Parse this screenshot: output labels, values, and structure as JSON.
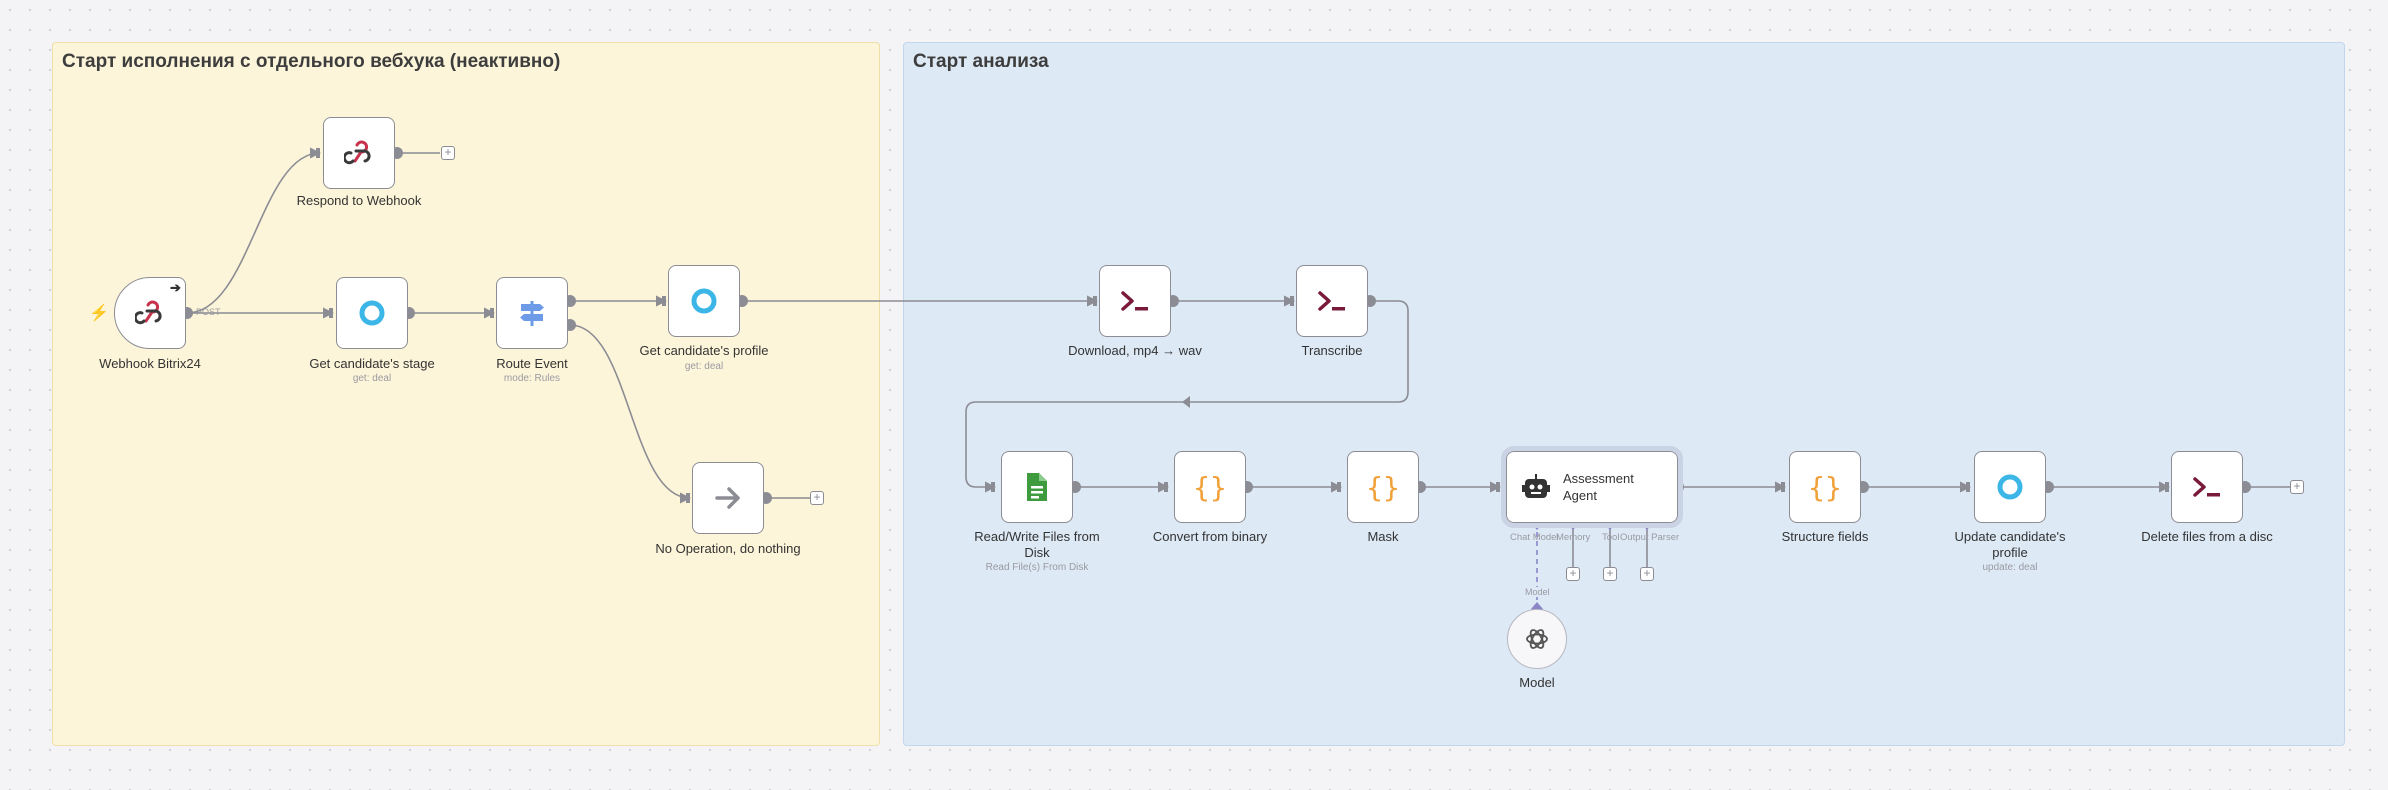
{
  "stickies": {
    "left_title": "Старт исполнения с отдельного вебхука (неактивно)",
    "right_title": "Старт анализа"
  },
  "nodes": {
    "webhook": {
      "label": "Webhook Bitrix24",
      "icon": "webhook-icon"
    },
    "respond": {
      "label": "Respond to Webhook",
      "icon": "webhook-icon"
    },
    "get_stage": {
      "label": "Get candidate's stage",
      "sub": "get: deal",
      "icon": "bitrix-circle-icon"
    },
    "route": {
      "label": "Route Event",
      "sub": "mode: Rules",
      "icon": "signpost-icon"
    },
    "get_profile": {
      "label": "Get candidate's profile",
      "sub": "get: deal",
      "icon": "bitrix-circle-icon"
    },
    "noop": {
      "label": "No Operation, do nothing",
      "icon": "arrow-right-icon"
    },
    "download": {
      "label": "Download, mp4 → wav",
      "icon": "terminal-icon"
    },
    "transcribe": {
      "label": "Transcribe",
      "icon": "terminal-icon"
    },
    "readwrite": {
      "label": "Read/Write Files from Disk",
      "sub": "Read File(s) From Disk",
      "icon": "file-icon"
    },
    "convert": {
      "label": "Convert from binary",
      "icon": "braces-icon"
    },
    "mask": {
      "label": "Mask",
      "icon": "braces-icon"
    },
    "agent": {
      "label": "Assessment Agent",
      "icon": "robot-icon"
    },
    "structure": {
      "label": "Structure fields",
      "icon": "braces-icon"
    },
    "update": {
      "label": "Update candidate's profile",
      "sub": "update: deal",
      "icon": "bitrix-circle-icon"
    },
    "delete": {
      "label": "Delete files from a disc",
      "icon": "terminal-icon"
    },
    "model": {
      "label": "Model",
      "icon": "openai-icon"
    }
  },
  "agent_ports": [
    "Chat Model",
    "Memory",
    "Tool",
    "Output Parser"
  ],
  "model_conn_label": "Model",
  "webhook_conn_label": "POST",
  "colors": {
    "sticky_yellow": "#fdf5d9",
    "sticky_blue": "#dde9f5",
    "port_purple": "#8a86c8",
    "terminal": "#7a1a3a",
    "braces": "#f1a13a",
    "bitrix": "#3bb6e6",
    "file": "#3e9b3e"
  }
}
